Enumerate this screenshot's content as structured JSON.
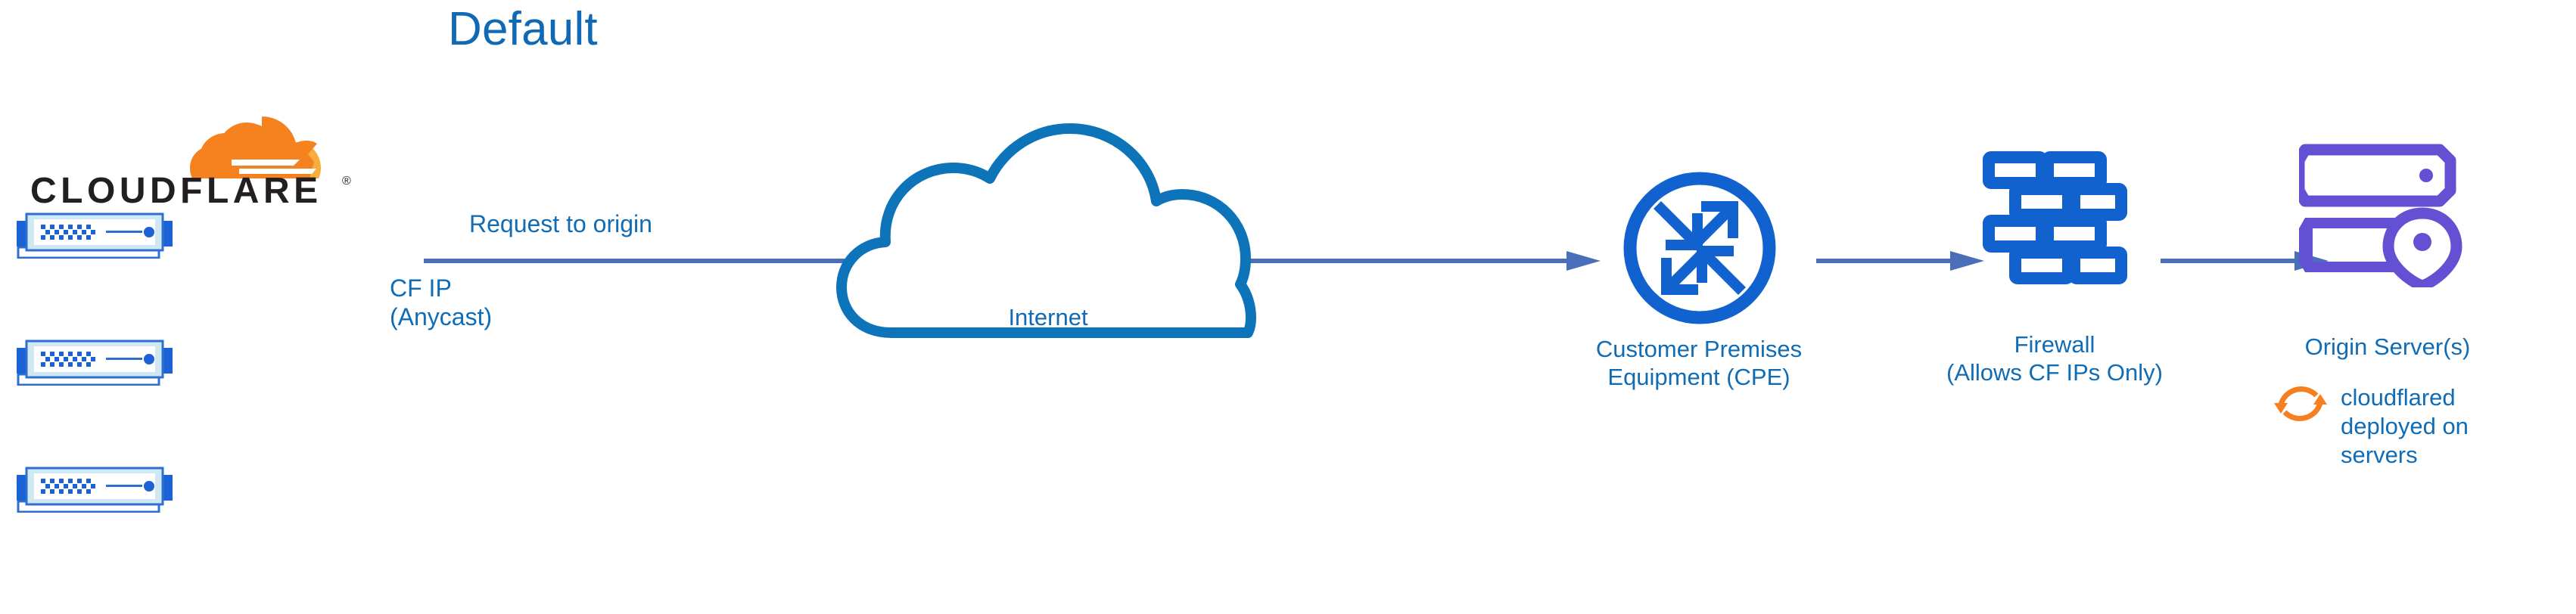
{
  "diagram": {
    "title": "Default",
    "type": "network-flow-diagram",
    "background_color": "#ffffff",
    "colors": {
      "title_blue": "#1069b4",
      "label_blue": "#0f6cb5",
      "arrow_blue": "#4a6fb8",
      "cloud_outline_blue": "#0d74ba",
      "icon_bright_blue": "#1161ce",
      "origin_purple": "#6450d2",
      "cloudflare_orange": "#f6821f",
      "cloudflare_orange_light": "#faad3f",
      "wordmark_black": "#231f20"
    }
  },
  "brand": {
    "logo_wordmark": "CLOUDFLARE",
    "registered_mark": "®",
    "logo_icon_name": "cloudflare-cloud-logo"
  },
  "servers": {
    "count": 3,
    "icon_name": "cloudflare-edge-server-unit",
    "label_primary": "CF IP",
    "label_secondary": "(Anycast)",
    "label_combined": "CF IP\n(Anycast)"
  },
  "flow": {
    "request_label": "Request to origin",
    "arrows": [
      {
        "name": "arrow-edge-to-cpe",
        "from": "cloudflare-servers",
        "to": "customer-premises-equipment",
        "label": "Request to origin"
      },
      {
        "name": "arrow-cpe-to-firewall",
        "from": "customer-premises-equipment",
        "to": "firewall",
        "label": ""
      },
      {
        "name": "arrow-firewall-to-origin",
        "from": "firewall",
        "to": "origin-servers",
        "label": ""
      }
    ]
  },
  "internet": {
    "label": "Internet",
    "icon_name": "cloud-outline-icon"
  },
  "cpe": {
    "label_line1": "Customer Premises",
    "label_line2": "Equipment (CPE)",
    "label_combined": "Customer Premises\nEquipment (CPE)",
    "icon_name": "router-four-arrows-icon"
  },
  "firewall": {
    "label_line1": "Firewall",
    "label_line2": "(Allows CF IPs Only)",
    "label_combined": "Firewall\n(Allows CF IPs Only)",
    "icon_name": "brick-wall-firewall-icon"
  },
  "origin": {
    "label": "Origin Server(s)",
    "icon_name": "server-stack-location-pin-icon",
    "note_text": "cloudflared\ndeployed on\nservers",
    "note_icon_name": "sync-arrows-icon"
  }
}
